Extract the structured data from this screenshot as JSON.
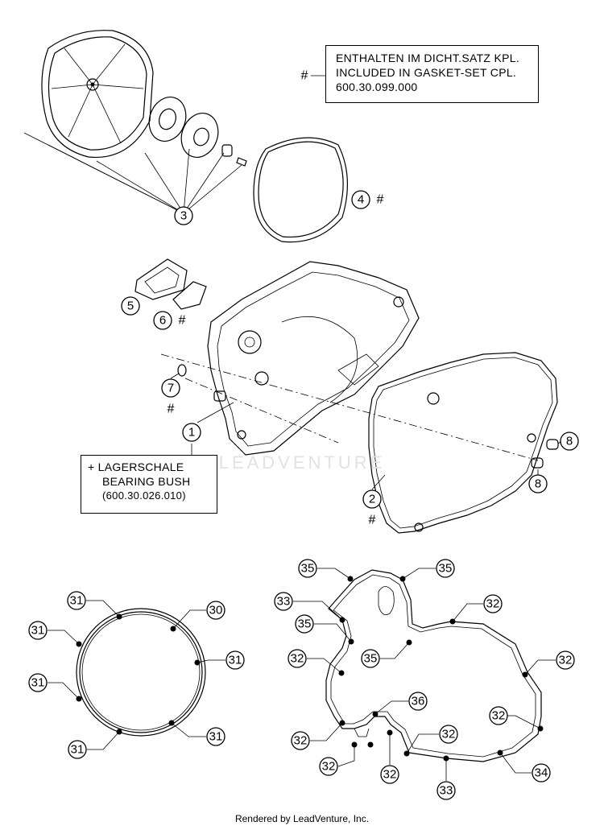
{
  "note_gasket": {
    "marker": "#",
    "line1": "ENTHALTEN IM DICHT.SATZ KPL.",
    "line2": "INCLUDED IN GASKET-SET CPL.",
    "line3": "600.30.099.000"
  },
  "note_bush": {
    "line1": "+ LAGERSCHALE",
    "line2": "BEARING BUSH",
    "line3": "(600.30.026.010)"
  },
  "callouts": {
    "c3": "3",
    "c4": "4",
    "c5": "5",
    "c6": "6",
    "c7": "7",
    "c1": "1",
    "c2": "2",
    "c8a": "8",
    "c8b": "8",
    "left_ring": [
      "31",
      "30",
      "31",
      "31",
      "31",
      "31",
      "31"
    ],
    "right_gasket": [
      "35",
      "35",
      "33",
      "32",
      "35",
      "35",
      "32",
      "32",
      "36",
      "32",
      "32",
      "32",
      "32",
      "32",
      "33",
      "34"
    ]
  },
  "hash_marks": {
    "h4": "#",
    "h6": "#",
    "h7": "#",
    "h2": "#"
  },
  "watermark": "LEADVENTURE",
  "footer": "Rendered by LeadVenture, Inc."
}
